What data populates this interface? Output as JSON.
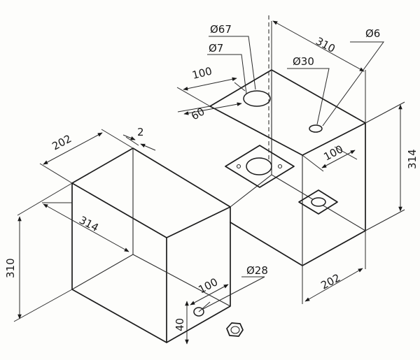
{
  "dimensions": {
    "left_width": "202",
    "left_gap": "2",
    "left_depth": "314",
    "left_height": "310",
    "top_offset_100": "100",
    "top_offset_60": "60",
    "top_length": "310",
    "right_height": "314",
    "right_offset_100": "100",
    "bottom_width": "202",
    "front_offset_100": "100",
    "front_offset_40": "40"
  },
  "holes": {
    "dia_67": "Ø67",
    "dia_7": "Ø7",
    "dia_30": "Ø30",
    "dia_6": "Ø6",
    "dia_28": "Ø28"
  },
  "colors": {
    "line": "#1c1c1c",
    "paper": "#fdfdfb"
  }
}
